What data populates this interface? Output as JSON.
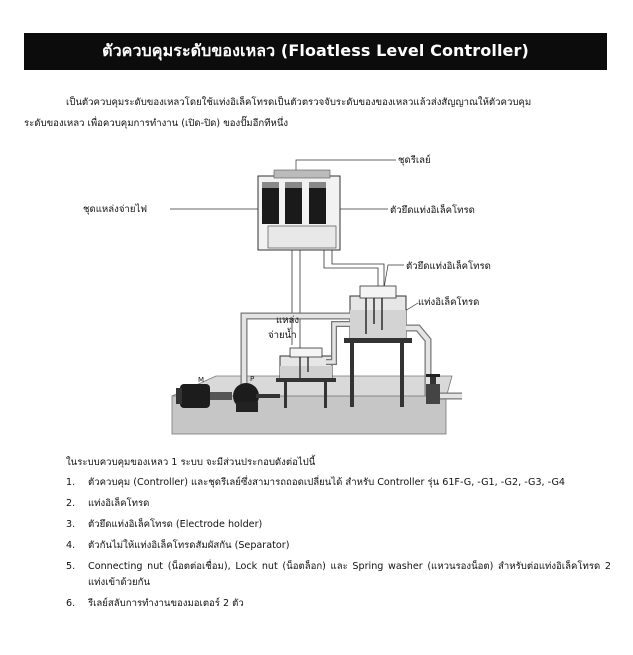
{
  "title": "ตัวควบคุมระดับของเหลว (Floatless Level Controller)",
  "intro": {
    "line1": "เป็นตัวควบคุมระดับของเหลวโดยใช้แท่งอิเล็คโทรดเป็นตัวตรวจจับระดับของของเหลวแล้วส่งสัญญาณให้ตัวควบคุม",
    "line2": "ระดับของเหลว เพื่อควบคุมการทำงาน (เปิด-ปิด) ของปั๊มอีกทีหนึ่ง"
  },
  "diagram": {
    "labels": {
      "relay_set": "ชุดรีเลย์",
      "power_supply": "ชุดแหล่งจ่ายไฟ",
      "electrode_holder_top": "ตัวยึดแท่งอิเล็คโทรด",
      "electrode_holder_tank": "ตัวยึดแท่งอิเล็คโทรด",
      "electrode": "แท่งอิเล็คโทรด",
      "water_source_line1": "แหล่ง",
      "water_source_line2": "จ่ายน้ำ",
      "motor_letter": "M",
      "pump_letter": "P"
    }
  },
  "list": {
    "heading": "ในระบบควบคุมของเหลว 1 ระบบ จะมีส่วนประกอบดังต่อไปนี้",
    "items": [
      {
        "num": "1.",
        "text": "ตัวควบคุม (Controller) และชุดรีเลย์ซึ่งสามารถถอดเปลี่ยนได้ สำหรับ Controller รุ่น 61F-G, -G1, -G2, -G3, -G4"
      },
      {
        "num": "2.",
        "text": "แท่งอิเล็คโทรด"
      },
      {
        "num": "3.",
        "text": "ตัวยึดแท่งอิเล็คโทรด (Electrode holder)"
      },
      {
        "num": "4.",
        "text": "ตัวกันไม่ให้แท่งอิเล็คโทรดสัมผัสกัน (Separator)"
      },
      {
        "num": "5.",
        "text": "Connecting nut (น็อตต่อเชื่อม), Lock nut (น็อตล็อก) และ Spring washer (แหวนรองน็อต) สำหรับต่อแท่งอิเล็คโทรด 2 แท่งเข้าด้วยกัน"
      },
      {
        "num": "6.",
        "text": "รีเลย์สลับการทำงานของมอเตอร์ 2 ตัว"
      }
    ]
  }
}
